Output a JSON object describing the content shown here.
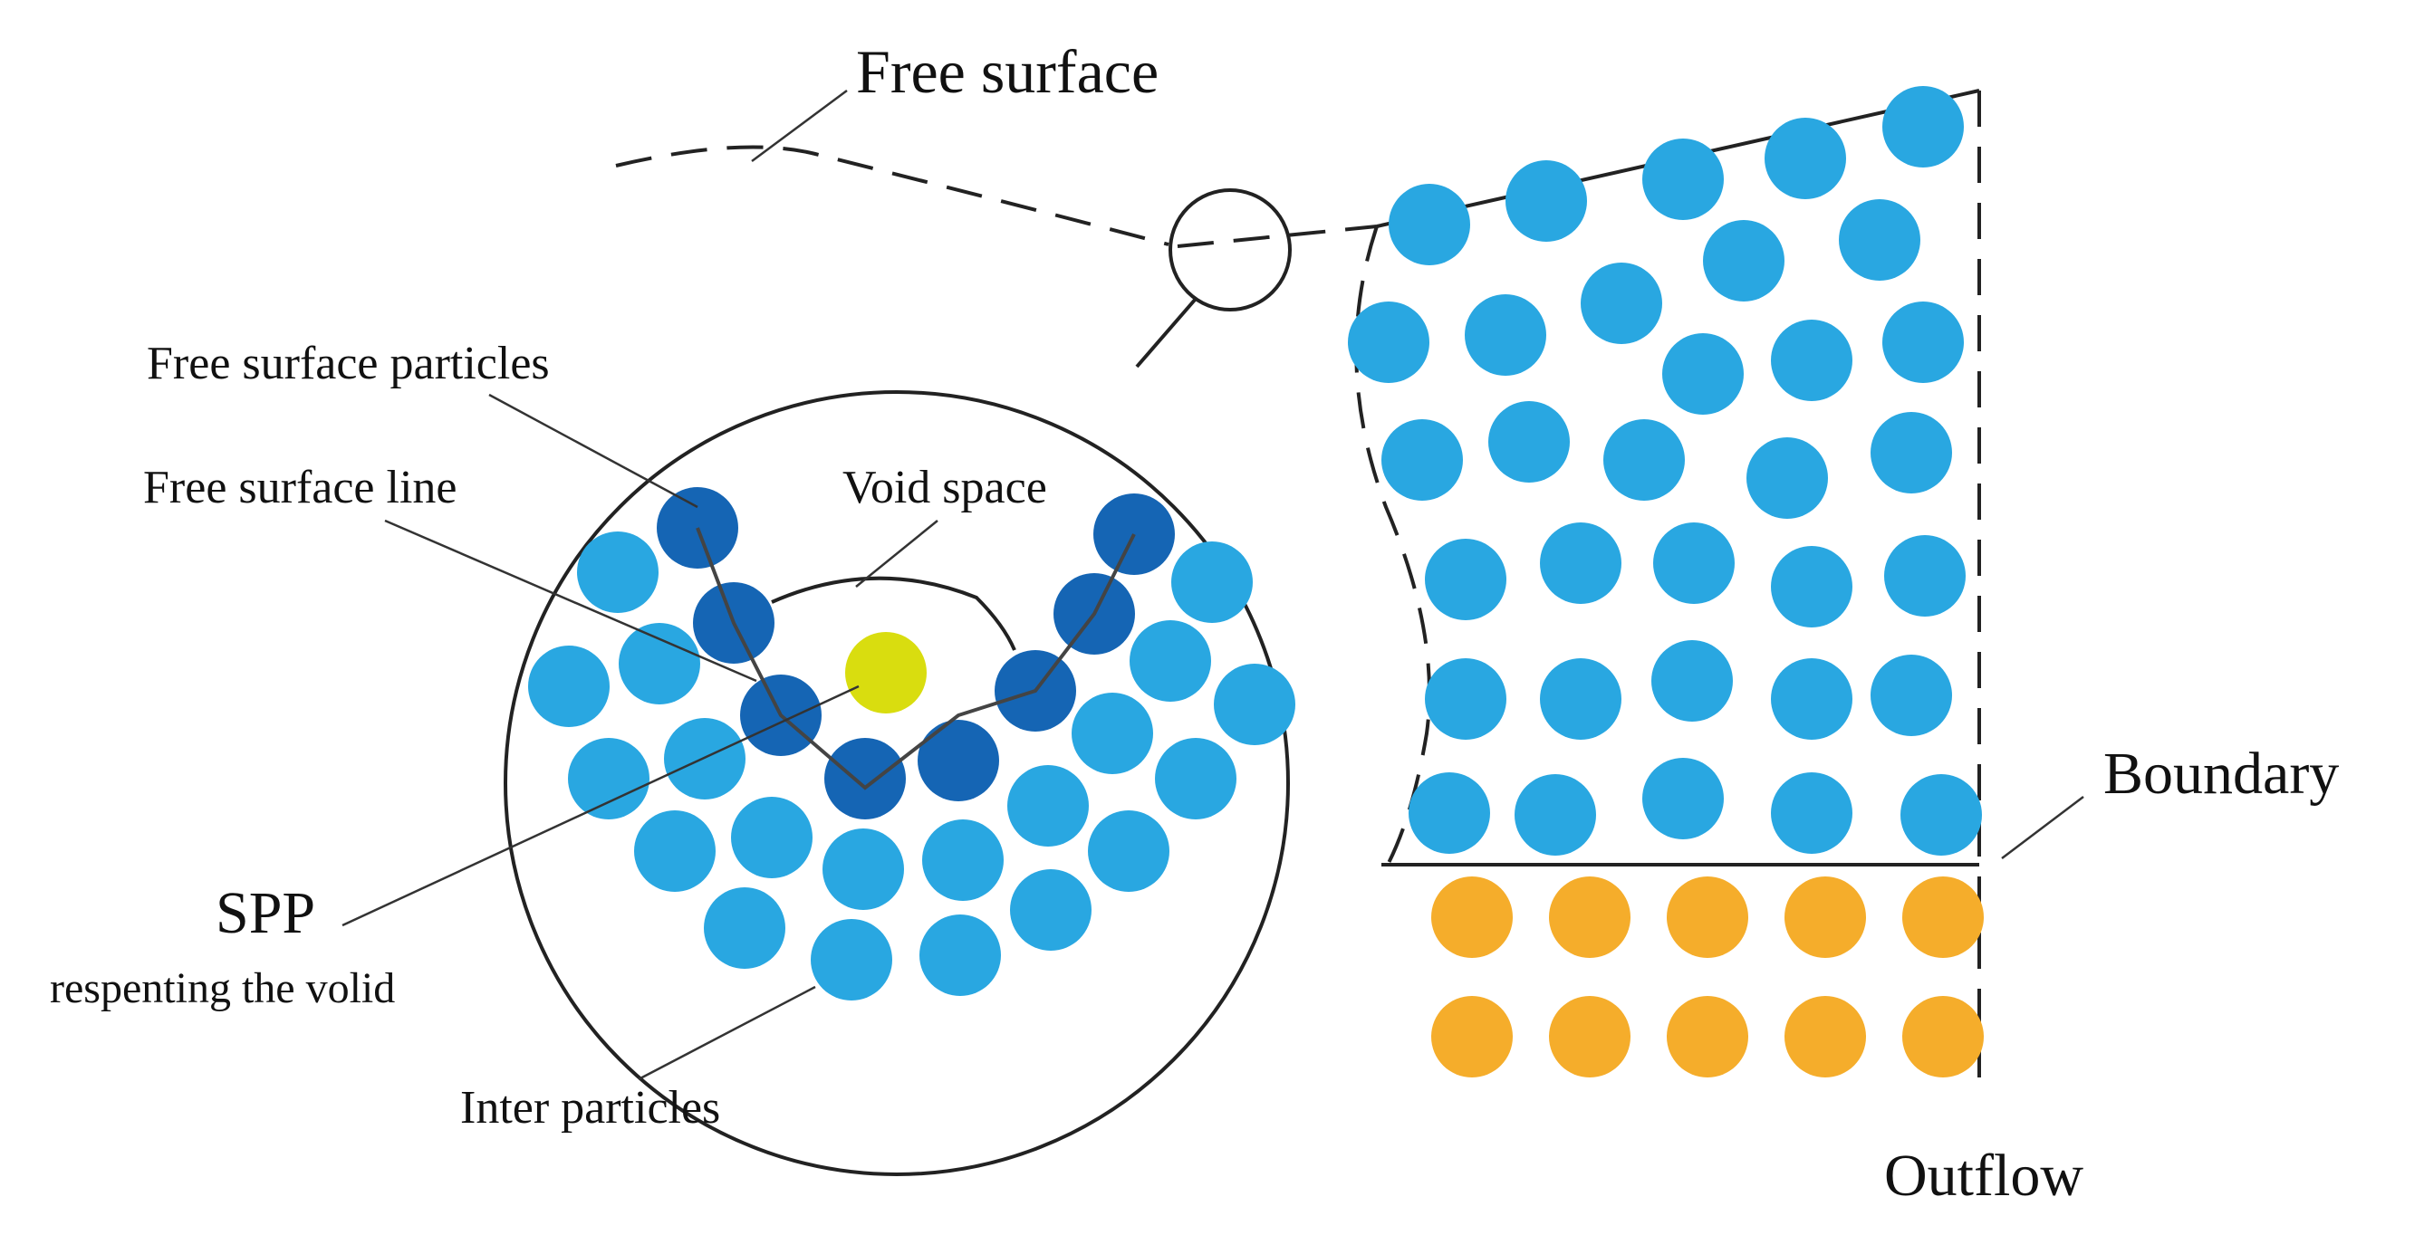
{
  "labels": {
    "free_surface": "Free surface",
    "free_surface_particles": "Free surface particles",
    "free_surface_line": "Free surface line",
    "void_space": "Void space",
    "spp": "SPP",
    "spp_sub": "respenting the volid",
    "inter_particles": "Inter particles",
    "boundary": "Boundary",
    "outflow": "Outflow"
  },
  "colors": {
    "inner_particle": "#29a7e1",
    "surface_particle": "#1565b4",
    "spp_particle": "#d9dd0f",
    "boundary_particle": "#f5ad2b",
    "line": "#222222"
  }
}
